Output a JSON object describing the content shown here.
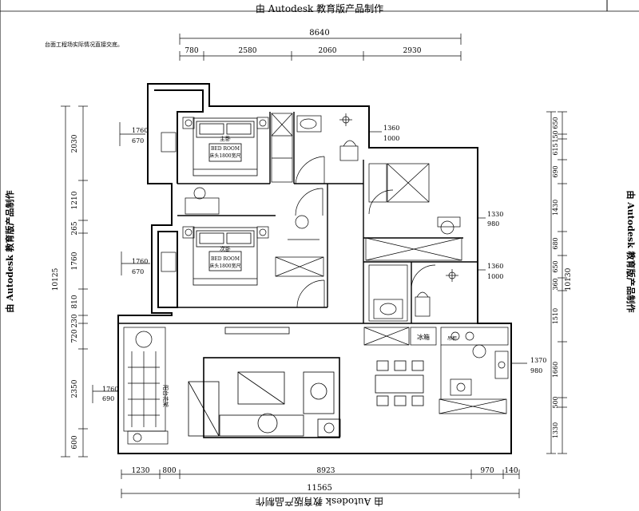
{
  "watermark": "由 Autodesk 教育版产品制作",
  "note": "台面工程场实际情况直接交底。",
  "dimensions": {
    "top_total": "8640",
    "top_segments": [
      "780",
      "2580",
      "2060",
      "2930"
    ],
    "bottom_segments": [
      "1230",
      "800",
      "8923",
      "970",
      "140"
    ],
    "bottom_total": "11565",
    "left_segments": [
      "2030",
      "1210",
      "265",
      "1760",
      "810",
      "230",
      "720",
      "2350",
      "600"
    ],
    "left_total": "10125",
    "right_segments": [
      "650",
      "150",
      "615",
      "690",
      "1430",
      "680",
      "650",
      "360",
      "1510",
      "1660",
      "500",
      "1330"
    ],
    "right_total": "10130"
  },
  "windows": {
    "master": [
      "1760",
      "670"
    ],
    "second": [
      "1760",
      "670"
    ],
    "bath_top": [
      "1360",
      "1000"
    ],
    "bed3": [
      "1330",
      "980"
    ],
    "bath_mid": [
      "1360",
      "1000"
    ],
    "kitchen": [
      "1370",
      "980"
    ],
    "living": [
      "1760",
      "690"
    ]
  },
  "rooms": {
    "master": {
      "name": "主卧",
      "en": "BED ROOM",
      "bed": "床头1800宽尺"
    },
    "second": {
      "name": "次卧",
      "en": "BED ROOM",
      "bed": "床头1800宽尺"
    },
    "fridge": "冰箱",
    "balcony": "阳台花架",
    "kitchen": "吊柜"
  }
}
